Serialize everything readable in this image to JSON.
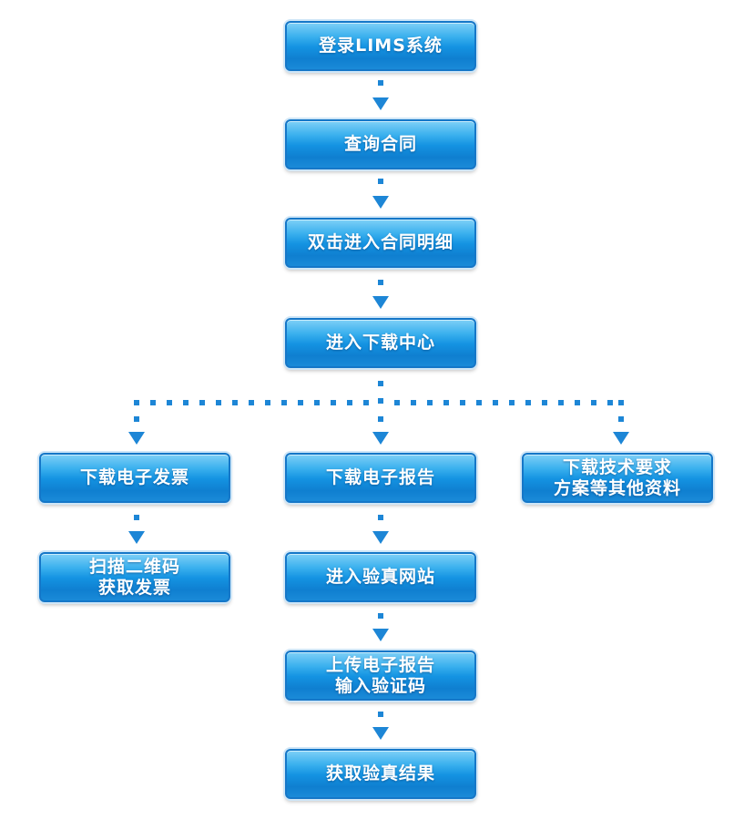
{
  "flow": {
    "login": "登录LIMS系统",
    "query": "查询合同",
    "open_detail": "双击进入合同明细",
    "download_center": "进入下载中心",
    "invoice": "下载电子发票",
    "invoice_qr_line1": "扫描二维码",
    "invoice_qr_line2": "获取发票",
    "report": "下载电子报告",
    "verify_site": "进入验真网站",
    "upload_line1": "上传电子报告",
    "upload_line2": "输入验证码",
    "result": "获取验真结果",
    "tech_line1": "下载技术要求",
    "tech_line2": "方案等其他资料"
  },
  "colors": {
    "node_fill": "#1493e2",
    "node_border": "#1577c8",
    "connector": "#1d86d6",
    "text": "#ffffff"
  }
}
